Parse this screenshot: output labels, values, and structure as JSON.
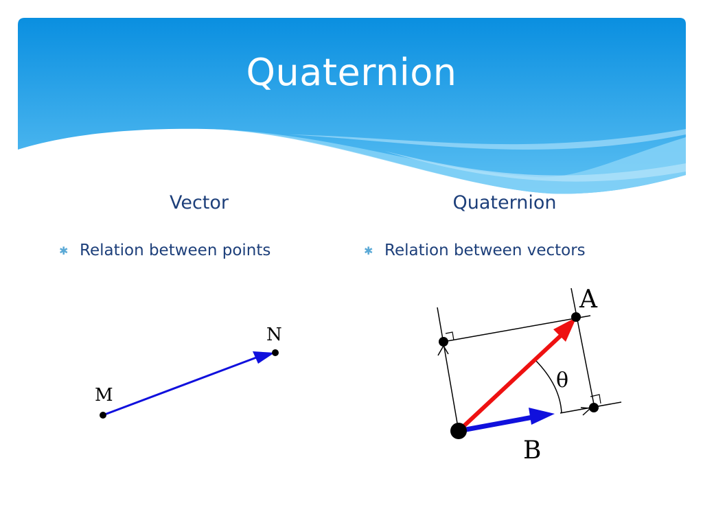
{
  "slide": {
    "title": "Quaternion",
    "left": {
      "heading": "Vector",
      "bullet": "Relation between points",
      "diagram": {
        "point_start_label": "M",
        "point_end_label": "N",
        "arrow_color": "#1010dd"
      }
    },
    "right": {
      "heading": "Quaternion",
      "bullet": "Relation between vectors",
      "diagram": {
        "vector_a_label": "A",
        "vector_b_label": "B",
        "angle_label": "θ",
        "vector_a_color": "#ee1111",
        "vector_b_color": "#1010dd"
      }
    },
    "colors": {
      "banner_dark": "#0a8fe0",
      "banner_light": "#6cc6f5",
      "text": "#1d3f7a",
      "bullet_marker": "#5aa9d6"
    }
  }
}
